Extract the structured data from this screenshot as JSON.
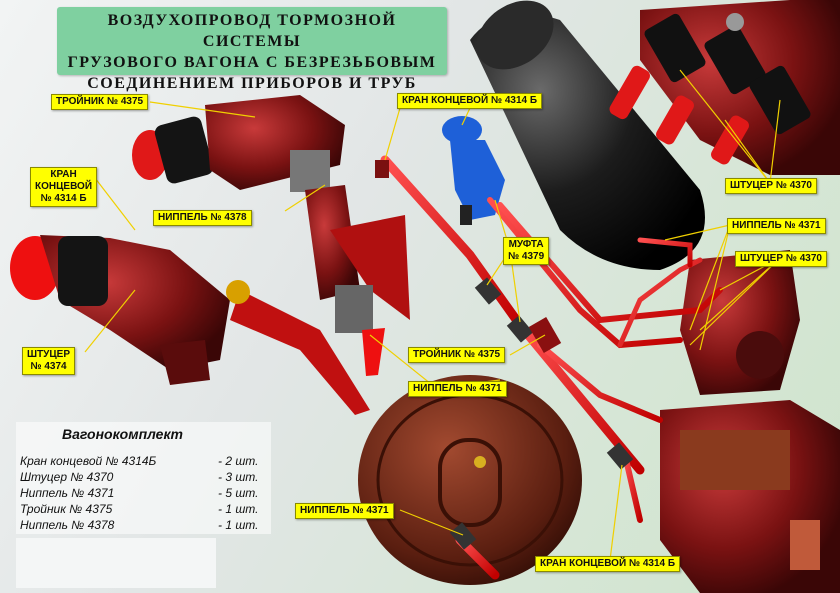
{
  "title": "ВОЗДУХОПРОВОД ТОРМОЗНОЙ СИСТЕМЫ\nГРУЗОВОГО ВАГОНА С БЕЗРЕЗЬБОВЫМ\nСОЕДИНЕНИЕМ ПРИБОРОВ И ТРУБ",
  "labels": {
    "troinik_top": "ТРОЙНИК № 4375",
    "kran_left": "КРАН\nКОНЦЕВОЙ\n№ 4314 Б",
    "nippel_4378": "НИППЕЛЬ № 4378",
    "shtucer_4374": "ШТУЦЕР\n№ 4374",
    "kran_top": "КРАН КОНЦЕВОЙ № 4314 Б",
    "mufta": "МУФТА\n№ 4379",
    "troinik_mid": "ТРОЙНИК № 4375",
    "nippel_mid": "НИППЕЛЬ № 4371",
    "nippel_bottom": "НИППЕЛЬ № 4371",
    "kran_bottom": "КРАН КОНЦЕВОЙ № 4314 Б",
    "shtucer_top_right": "ШТУЦЕР № 4370",
    "nippel_right": "НИППЕЛЬ № 4371",
    "shtucer_right": "ШТУЦЕР № 4370"
  },
  "kit": {
    "title": "Вагонокомплект",
    "rows": [
      {
        "name": "Кран концевой № 4314Б",
        "qty": "- 2 шт."
      },
      {
        "name": "Штуцер № 4370",
        "qty": "- 3 шт."
      },
      {
        "name": "Ниппель № 4371",
        "qty": "- 5 шт."
      },
      {
        "name": "Тройник № 4375",
        "qty": "- 1 шт."
      },
      {
        "name": "Ниппель № 4378",
        "qty": "- 1 шт."
      }
    ]
  },
  "colors": {
    "label_bg": "#ffff00",
    "title_bg": "#7fd0a0",
    "pipe": "#e01818",
    "part": "#7a1010",
    "blue": "#1e60d8"
  }
}
